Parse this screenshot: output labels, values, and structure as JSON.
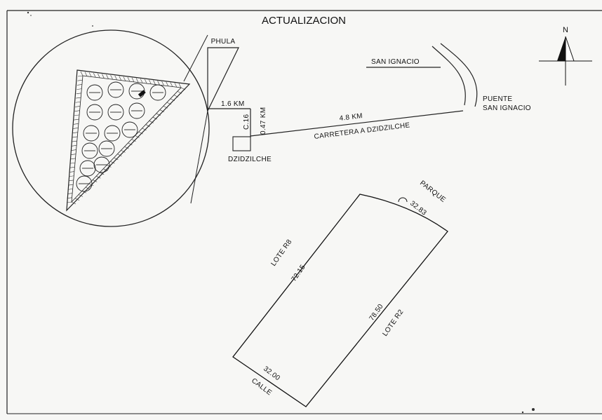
{
  "title": "ACTUALIZACION",
  "north_label": "N",
  "places": {
    "phula": "PHULA",
    "san_ignacio": "SAN IGNACIO",
    "puente_line1": "PUENTE",
    "puente_line2": "SAN IGNACIO",
    "dzidzilche": "DZIDZILCHE"
  },
  "roads": {
    "dist_phula": "1.6 KM",
    "calle_c16": "C.16",
    "dist_c16": "0.47 KM",
    "dist_carretera": "4.8  KM",
    "carretera_name": "CARRETERA A DZIDZILCHE"
  },
  "lot": {
    "parque_label": "PARQUE",
    "parque_side": "32.83",
    "left_neighbor": "LOTE R8",
    "left_side": "72.15",
    "right_neighbor": "LOTE R2",
    "right_side": "78.50",
    "bottom_side": "32.00",
    "calle_label": "CALLE"
  },
  "colors": {
    "paper": "#f7f7f5",
    "ink": "#111111"
  }
}
